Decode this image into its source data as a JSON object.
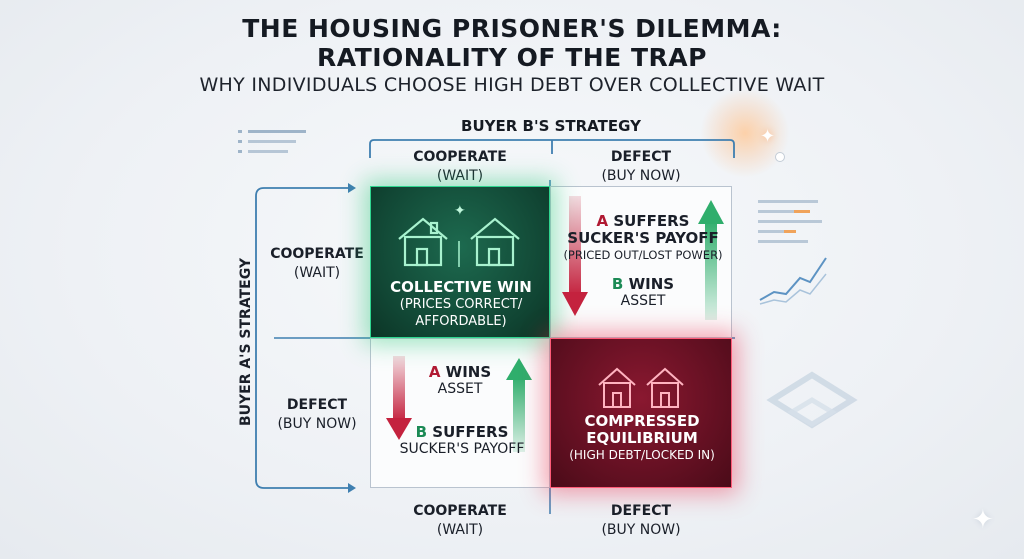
{
  "header": {
    "title_line1": "THE HOUSING PRISONER'S DILEMMA:",
    "title_line2": "RATIONALITY OF THE TRAP",
    "subtitle": "WHY INDIVIDUALS CHOOSE HIGH DEBT OVER COLLECTIVE WAIT"
  },
  "matrix": {
    "col_axis_title": "BUYER B'S STRATEGY",
    "row_axis_title": "BUYER A'S STRATEGY",
    "top_columns": [
      {
        "label": "COOPERATE",
        "sub": "(WAIT)"
      },
      {
        "label": "DEFECT",
        "sub": "(BUY NOW)"
      }
    ],
    "bottom_columns": [
      {
        "label": "COOPERATE",
        "sub": "(WAIT)"
      },
      {
        "label": "DEFECT",
        "sub": "(BUY NOW)"
      }
    ],
    "rows": [
      {
        "label": "COOPERATE",
        "sub": "(WAIT)"
      },
      {
        "label": "DEFECT",
        "sub": "(BUY NOW)"
      }
    ],
    "cells": {
      "cc": {
        "title": "COLLECTIVE WIN",
        "line1": "(PRICES CORRECT/",
        "line2": "AFFORDABLE)"
      },
      "cd": {
        "a_letter": "A",
        "a_text": "SUFFERS",
        "a_line2": "SUCKER'S PAYOFF",
        "a_line3": "(PRICED OUT/LOST POWER)",
        "b_letter": "B",
        "b_text": "WINS",
        "b_line2": "ASSET"
      },
      "dc": {
        "a_letter": "A",
        "a_text": "WINS",
        "a_line2": "ASSET",
        "b_letter": "B",
        "b_text": "SUFFERS",
        "b_line2": "SUCKER'S PAYOFF"
      },
      "dd": {
        "title_line1": "COMPRESSED",
        "title_line2": "EQUILIBRIUM",
        "line1": "(HIGH DEBT/LOCKED IN)"
      }
    }
  },
  "colors": {
    "win_green": "#114634",
    "trap_red": "#5e0f20",
    "arrow_red": "#c4223e",
    "arrow_green": "#2fae6c",
    "axis_blue": "#3f7fb0"
  },
  "icons": [
    "house-icon",
    "sparkle-icon",
    "arrow-down-icon",
    "arrow-up-icon",
    "document-lines-icon",
    "bar-chart-icon",
    "line-chart-icon",
    "cube-icon"
  ]
}
